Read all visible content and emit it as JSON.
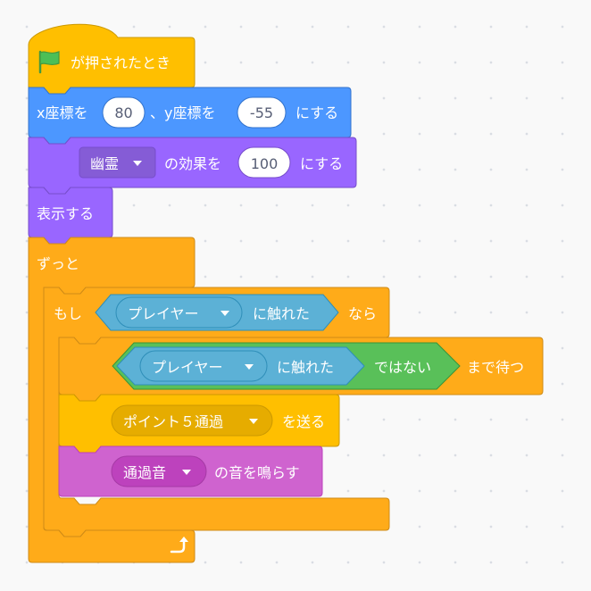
{
  "colors": {
    "events": "#ffbf00",
    "motion": "#4c97ff",
    "looks": "#9966ff",
    "control": "#ffab19",
    "sensing": "#5cb1d6",
    "operators": "#59c059",
    "sound": "#cf63cf",
    "flag_green": "#4cbf56"
  },
  "blocks": {
    "hat_label": "が押されたとき",
    "goto": {
      "x_label": "x座標を",
      "x_value": "80",
      "sep": "、y座標を",
      "y_value": "-55",
      "suffix": "にする"
    },
    "effect": {
      "dropdown": "幽霊",
      "mid": "の効果を",
      "value": "100",
      "suffix": "にする"
    },
    "show": "表示する",
    "forever": "ずっと",
    "if": {
      "label": "もし",
      "touching_target": "プレイヤー",
      "touching_suffix": "に触れた",
      "then": "なら"
    },
    "wait_until": {
      "touching_target": "プレイヤー",
      "touching_suffix": "に触れた",
      "not_label": "ではない",
      "suffix": "まで待つ"
    },
    "broadcast": {
      "message": "ポイント５通過",
      "suffix": "を送る"
    },
    "play_sound": {
      "sound": "通過音",
      "suffix": "の音を鳴らす"
    }
  }
}
